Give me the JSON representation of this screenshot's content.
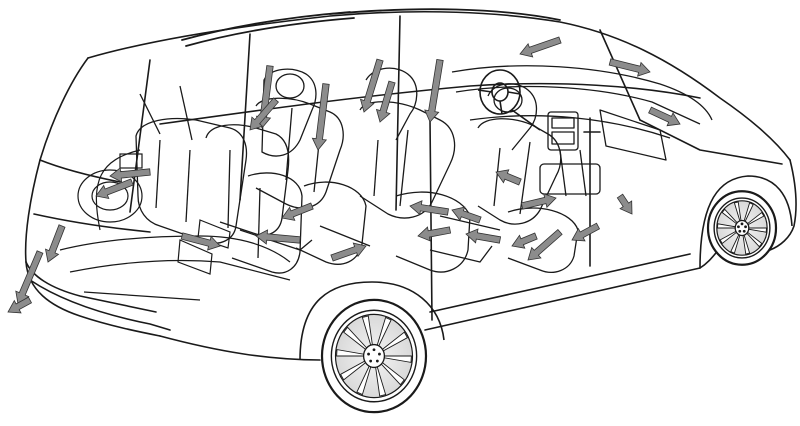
{
  "figure": {
    "background_color": "#ffffff",
    "line_color": "#1a1a1a",
    "arrow_fill_color": "#8c8c8c",
    "arrow_stroke_color": "#333333",
    "subject_icon": "minivan-cutaway-icon",
    "parts": [
      "body-outline",
      "roof-rail",
      "rear-wheel",
      "front-wheel",
      "rear-bench-seat",
      "middle-seat",
      "front-driver-seat",
      "front-passenger-seat",
      "dashboard",
      "steering-wheel",
      "rear-cargo-area"
    ],
    "airflow_arrow_count": 28,
    "labels": []
  }
}
